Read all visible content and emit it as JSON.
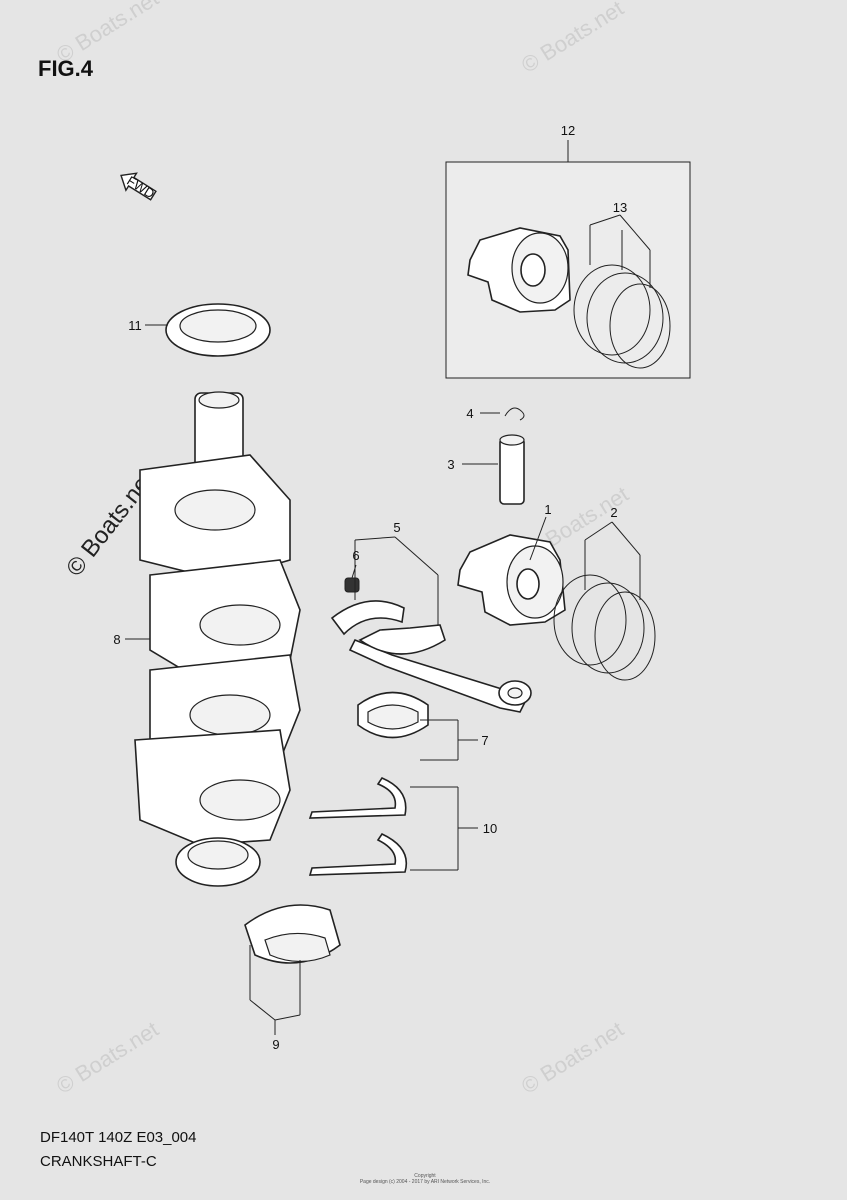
{
  "figure_title": "FIG.4",
  "fwd_label": "FWD",
  "model_code": "DF140T 140Z E03_004",
  "section_name": "CRANKSHAFT-C",
  "copyright_lines": [
    "Copyright",
    "Page design (c) 2004 - 2017 by ARI Network Services, Inc."
  ],
  "watermark": "© Boats.net",
  "callouts": {
    "c1": "1",
    "c2": "2",
    "c3": "3",
    "c4": "4",
    "c5": "5",
    "c6": "6",
    "c7": "7",
    "c8": "8",
    "c9": "9",
    "c10": "10",
    "c11": "11",
    "c12": "12",
    "c13": "13"
  }
}
